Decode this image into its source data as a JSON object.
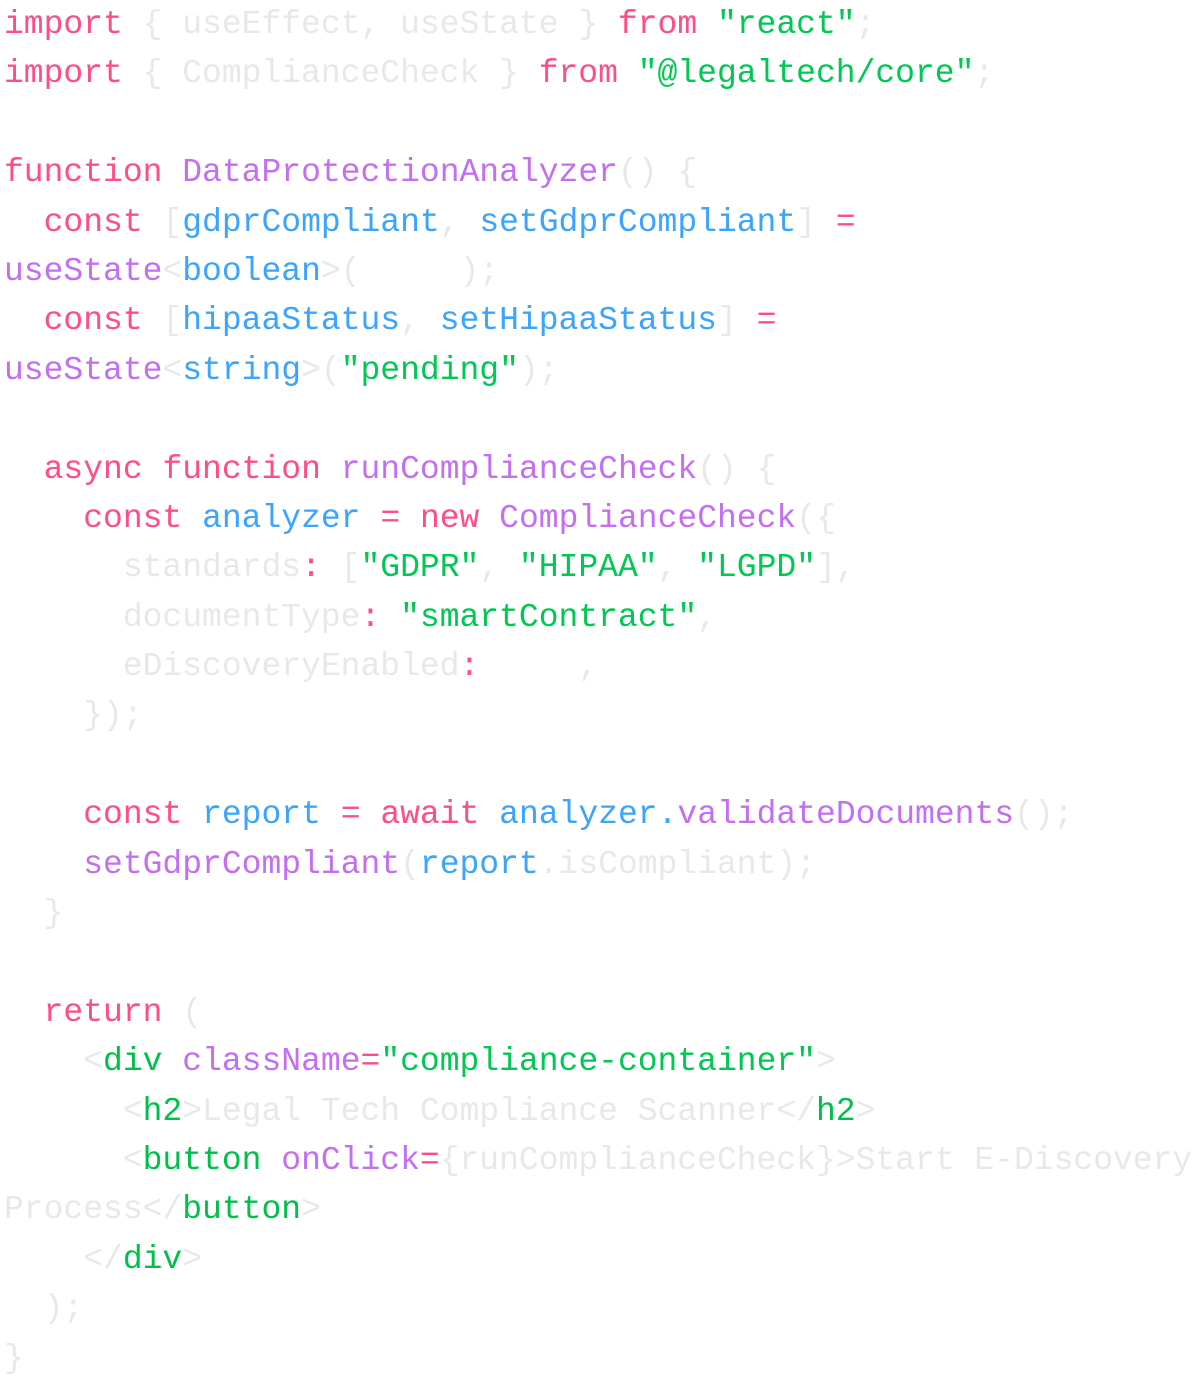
{
  "colors": {
    "keyword": "#ff4d88",
    "string": "#00c853",
    "tag": "#00c04b",
    "function": "#c46ef2",
    "variable": "#3aa4ff",
    "plain": "#e8e8e8"
  },
  "lines": [
    [
      [
        "k",
        "import"
      ],
      [
        "p",
        " { useEffect, useState } "
      ],
      [
        "k",
        "from"
      ],
      [
        "p",
        " "
      ],
      [
        "s",
        "\"react\""
      ],
      [
        "p",
        ";"
      ]
    ],
    [
      [
        "k",
        "import"
      ],
      [
        "p",
        " { ComplianceCheck } "
      ],
      [
        "k",
        "from"
      ],
      [
        "p",
        " "
      ],
      [
        "s",
        "\"@legaltech/core\""
      ],
      [
        "p",
        ";"
      ]
    ],
    [],
    [
      [
        "k",
        "function"
      ],
      [
        "p",
        " "
      ],
      [
        "f",
        "DataProtectionAnalyzer"
      ],
      [
        "p",
        "() {"
      ]
    ],
    [
      [
        "p",
        "  "
      ],
      [
        "k",
        "const"
      ],
      [
        "p",
        " ["
      ],
      [
        "v",
        "gdprCompliant"
      ],
      [
        "p",
        ", "
      ],
      [
        "v",
        "setGdprCompliant"
      ],
      [
        "p",
        "] "
      ],
      [
        "k",
        "="
      ]
    ],
    [
      [
        "f",
        "useState"
      ],
      [
        "p",
        "<"
      ],
      [
        "v",
        "boolean"
      ],
      [
        "p",
        ">(     );"
      ]
    ],
    [
      [
        "p",
        "  "
      ],
      [
        "k",
        "const"
      ],
      [
        "p",
        " ["
      ],
      [
        "v",
        "hipaaStatus"
      ],
      [
        "p",
        ", "
      ],
      [
        "v",
        "setHipaaStatus"
      ],
      [
        "p",
        "] "
      ],
      [
        "k",
        "="
      ]
    ],
    [
      [
        "f",
        "useState"
      ],
      [
        "p",
        "<"
      ],
      [
        "v",
        "string"
      ],
      [
        "p",
        ">("
      ],
      [
        "s",
        "\"pending\""
      ],
      [
        "p",
        ");"
      ]
    ],
    [],
    [
      [
        "p",
        "  "
      ],
      [
        "k",
        "async"
      ],
      [
        "p",
        " "
      ],
      [
        "k",
        "function"
      ],
      [
        "p",
        " "
      ],
      [
        "f",
        "runComplianceCheck"
      ],
      [
        "p",
        "() {"
      ]
    ],
    [
      [
        "p",
        "    "
      ],
      [
        "k",
        "const"
      ],
      [
        "p",
        " "
      ],
      [
        "v",
        "analyzer"
      ],
      [
        "p",
        " "
      ],
      [
        "k",
        "="
      ],
      [
        "p",
        " "
      ],
      [
        "k",
        "new"
      ],
      [
        "p",
        " "
      ],
      [
        "f",
        "ComplianceCheck"
      ],
      [
        "p",
        "({"
      ]
    ],
    [
      [
        "p",
        "      standards"
      ],
      [
        "k",
        ":"
      ],
      [
        "p",
        " ["
      ],
      [
        "s",
        "\"GDPR\""
      ],
      [
        "p",
        ", "
      ],
      [
        "s",
        "\"HIPAA\""
      ],
      [
        "p",
        ", "
      ],
      [
        "s",
        "\"LGPD\""
      ],
      [
        "p",
        "],"
      ]
    ],
    [
      [
        "p",
        "      documentType"
      ],
      [
        "k",
        ":"
      ],
      [
        "p",
        " "
      ],
      [
        "s",
        "\"smartContract\""
      ],
      [
        "p",
        ","
      ]
    ],
    [
      [
        "p",
        "      eDiscoveryEnabled"
      ],
      [
        "k",
        ":"
      ],
      [
        "p",
        "     ,"
      ]
    ],
    [
      [
        "p",
        "    });"
      ]
    ],
    [],
    [
      [
        "p",
        "    "
      ],
      [
        "k",
        "const"
      ],
      [
        "p",
        " "
      ],
      [
        "v",
        "report"
      ],
      [
        "p",
        " "
      ],
      [
        "k",
        "="
      ],
      [
        "p",
        " "
      ],
      [
        "k",
        "await"
      ],
      [
        "p",
        " "
      ],
      [
        "v",
        "analyzer."
      ],
      [
        "f",
        "validateDocuments"
      ],
      [
        "p",
        "();"
      ]
    ],
    [
      [
        "p",
        "    "
      ],
      [
        "f",
        "setGdprCompliant"
      ],
      [
        "p",
        "("
      ],
      [
        "v",
        "report"
      ],
      [
        "p",
        ".isCompliant);"
      ]
    ],
    [
      [
        "p",
        "  }"
      ]
    ],
    [],
    [
      [
        "p",
        "  "
      ],
      [
        "k",
        "return"
      ],
      [
        "p",
        " ("
      ]
    ],
    [
      [
        "p",
        "    <"
      ],
      [
        "t",
        "div"
      ],
      [
        "p",
        " "
      ],
      [
        "f",
        "className"
      ],
      [
        "k",
        "="
      ],
      [
        "s",
        "\"compliance-container\""
      ],
      [
        "p",
        ">"
      ]
    ],
    [
      [
        "p",
        "      <"
      ],
      [
        "t",
        "h2"
      ],
      [
        "p",
        ">Legal Tech Compliance Scanner</"
      ],
      [
        "t",
        "h2"
      ],
      [
        "p",
        ">"
      ]
    ],
    [
      [
        "p",
        "      <"
      ],
      [
        "t",
        "button"
      ],
      [
        "p",
        " "
      ],
      [
        "f",
        "onClick"
      ],
      [
        "k",
        "="
      ],
      [
        "p",
        "{runComplianceCheck}>Start E-Discovery"
      ]
    ],
    [
      [
        "p",
        "Process</"
      ],
      [
        "t",
        "button"
      ],
      [
        "p",
        ">"
      ]
    ],
    [
      [
        "p",
        "    </"
      ],
      [
        "t",
        "div"
      ],
      [
        "p",
        ">"
      ]
    ],
    [
      [
        "p",
        "  );"
      ]
    ],
    [
      [
        "p",
        "}"
      ]
    ]
  ]
}
